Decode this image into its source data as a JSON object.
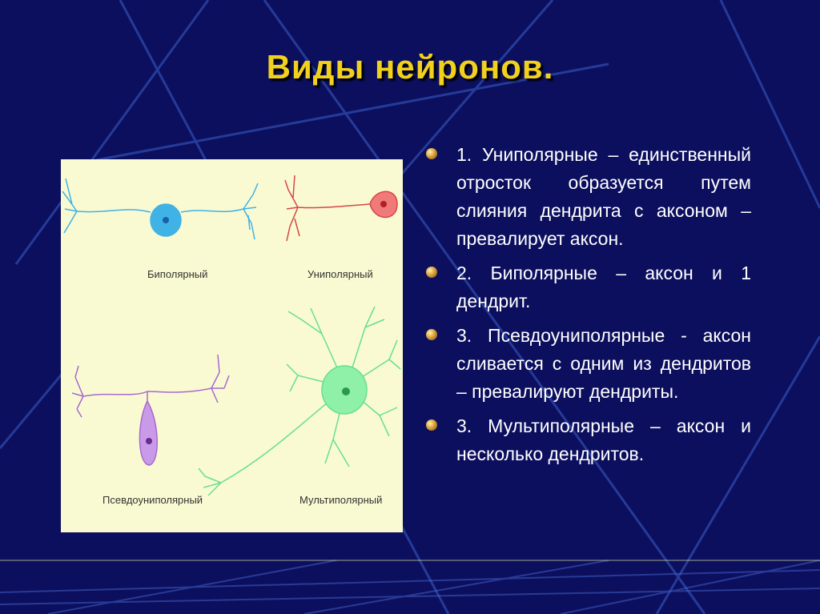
{
  "slide": {
    "title": "Виды нейронов.",
    "colors": {
      "background": "#0c0f5e",
      "title": "#f2d11e",
      "text": "#ffffff",
      "panel": "#fafad2",
      "bipolar_neuron": "#3fb2e6",
      "unipolar_neuron": "#e85a5a",
      "pseudounipolar_neuron": "#b77ad9",
      "multipolar_neuron": "#66e08a"
    }
  },
  "figure": {
    "labels": {
      "bipolar": "Биполярный",
      "unipolar": "Униполярный",
      "pseudounipolar": "Псевдоуниполярный",
      "multipolar": "Мультиполярный"
    }
  },
  "bullets": [
    {
      "text": "1. Униполярные – единственный отросток образуется путем слияния дендрита с аксоном – превалирует аксон."
    },
    {
      "text": "2. Биполярные – аксон и 1 дендрит."
    },
    {
      "text": "3. Псевдоуниполярные - аксон сливается с одним из дендритов – превалируют дендриты."
    },
    {
      "text": "3. Мультиполярные – аксон и несколько дендритов."
    }
  ]
}
